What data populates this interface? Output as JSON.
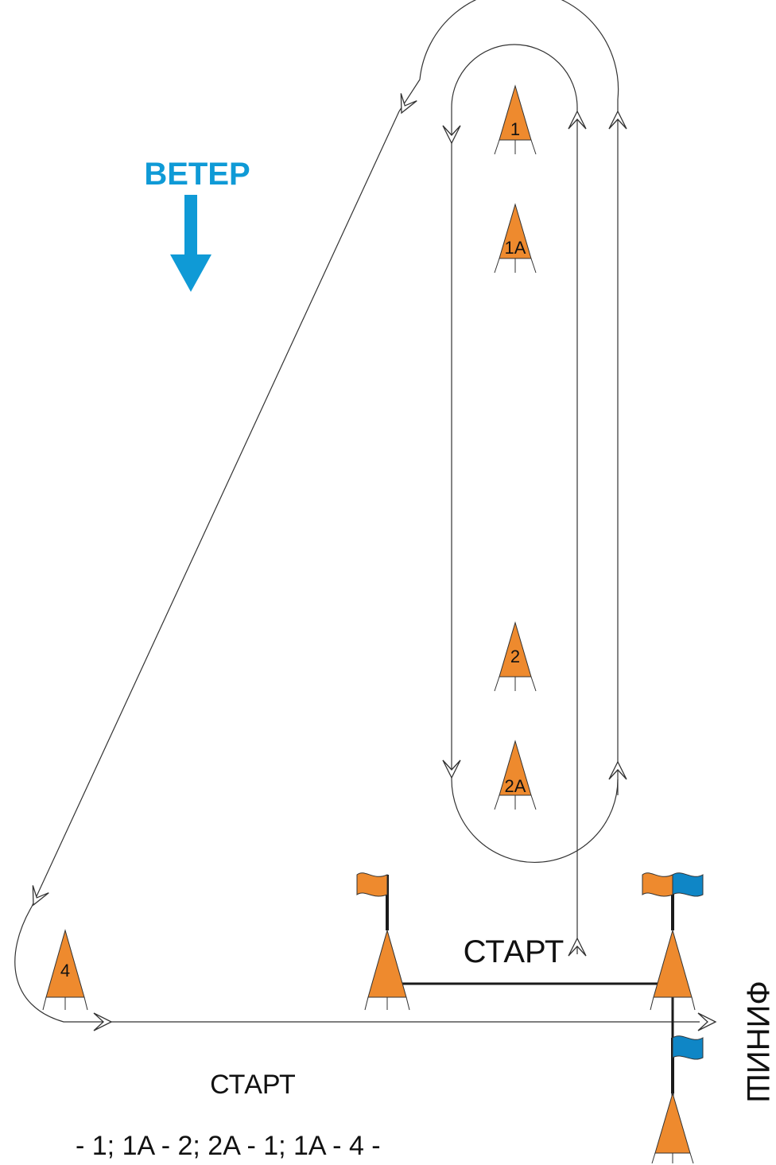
{
  "wind": {
    "label": "ВЕТЕР",
    "color": "#0f9ad6"
  },
  "colors": {
    "mark_orange": "#ee8a2e",
    "flag_blue": "#0f86c6",
    "line": "#333333"
  },
  "marks": [
    {
      "id": "1",
      "label": "1"
    },
    {
      "id": "1A",
      "label": "1A"
    },
    {
      "id": "2",
      "label": "2"
    },
    {
      "id": "2A",
      "label": "2A"
    },
    {
      "id": "4",
      "label": "4"
    }
  ],
  "start_line_label": "СТАРТ",
  "finish_label": "ФИНИШ",
  "course": {
    "start_label": "СТАРТ",
    "sequence": "- 1; 1A - 2; 2A - 1; 1A -  4 -"
  }
}
